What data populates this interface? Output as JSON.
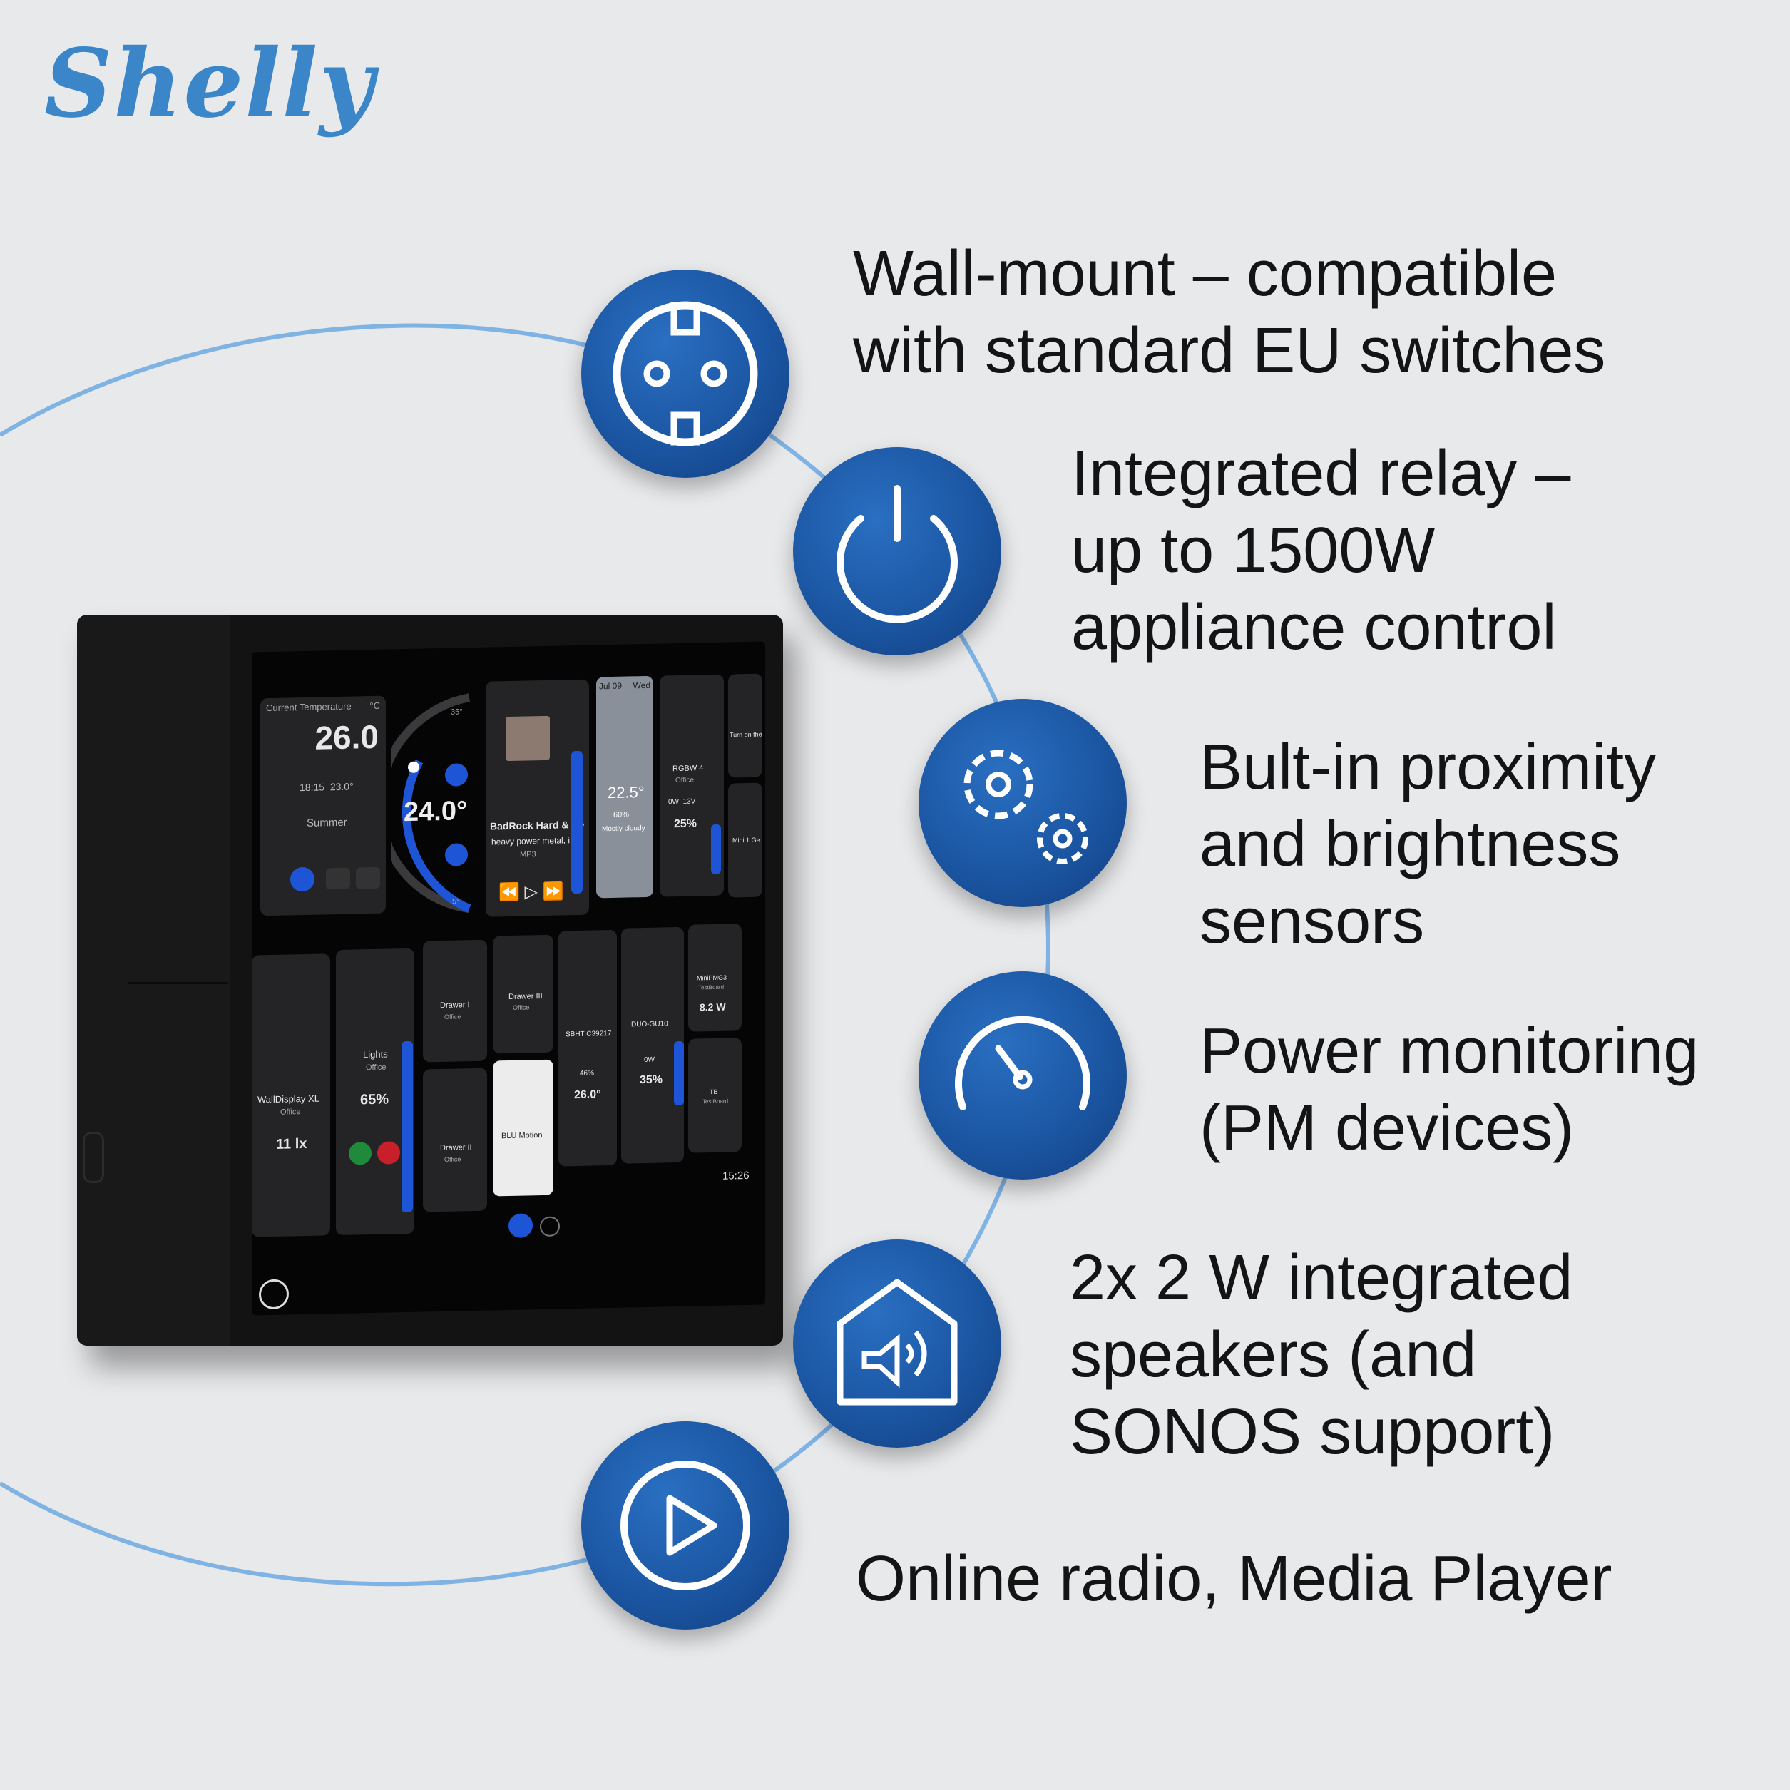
{
  "brand": {
    "logo_text": "Shelly"
  },
  "features": [
    {
      "icon": "eu-socket-icon",
      "lines": [
        "Wall-mount – compatible",
        "with standard EU switches"
      ]
    },
    {
      "icon": "power-icon",
      "lines": [
        "Integrated relay –",
        "up to 1500W",
        "appliance control"
      ]
    },
    {
      "icon": "gears-icon",
      "lines": [
        "Bult-in proximity",
        "and brightness",
        "sensors"
      ]
    },
    {
      "icon": "gauge-icon",
      "lines": [
        "Power monitoring",
        "(PM devices)"
      ]
    },
    {
      "icon": "smart-speaker-house-icon",
      "lines": [
        "2x 2 W integrated",
        "speakers (and",
        "SONOS support)"
      ]
    },
    {
      "icon": "play-icon",
      "lines": [
        "Online radio, Media Player"
      ]
    }
  ],
  "device_screen": {
    "current_temp_label": "Current Temperature",
    "current_temp_unit": "°C",
    "current_temp": "26.0",
    "schedule_time": "18:15",
    "schedule_temp": "23.0°",
    "mode": "Summer",
    "thermostat_value": "24.0°",
    "thermostat_max": "35°",
    "thermostat_min": "5°",
    "media_title": "BadRock Hard & He",
    "media_subtitle": "heavy power metal, i",
    "media_format": "MP3",
    "weather_date": "Jul 09",
    "weather_day": "Wed",
    "weather_temp": "22.5°",
    "weather_humidity": "60%",
    "weather_desc": "Mostly cloudy",
    "rgbw_name": "RGBW 4",
    "rgbw_room": "Office",
    "rgbw_power": "0W",
    "rgbw_voltage": "13V",
    "rgbw_level": "25%",
    "turn_on_label": "Turn on the",
    "mini_label": "Mini 1 Ge",
    "walldisplay_name": "WallDisplay XL",
    "walldisplay_room": "Office",
    "walldisplay_lux": "11 lx",
    "lights_name": "Lights",
    "lights_room": "Office",
    "lights_level": "65%",
    "drawer1": "Drawer I",
    "drawer2": "Drawer II",
    "drawer3": "Drawer III",
    "room_office": "Office",
    "sbht_name": "SBHT C39217",
    "sbht_humidity": "46%",
    "sbht_temp": "26.0°",
    "duo_name": "DUO-GU10",
    "duo_power": "0W",
    "duo_level": "35%",
    "minipm_name": "MiniPMG3",
    "minipm_room": "TestBoard",
    "minipm_power": "8.2 W",
    "blu_motion_name": "BLU Motion",
    "tb_name": "TB",
    "tb_room": "TestBoard",
    "clock": "15:26"
  }
}
